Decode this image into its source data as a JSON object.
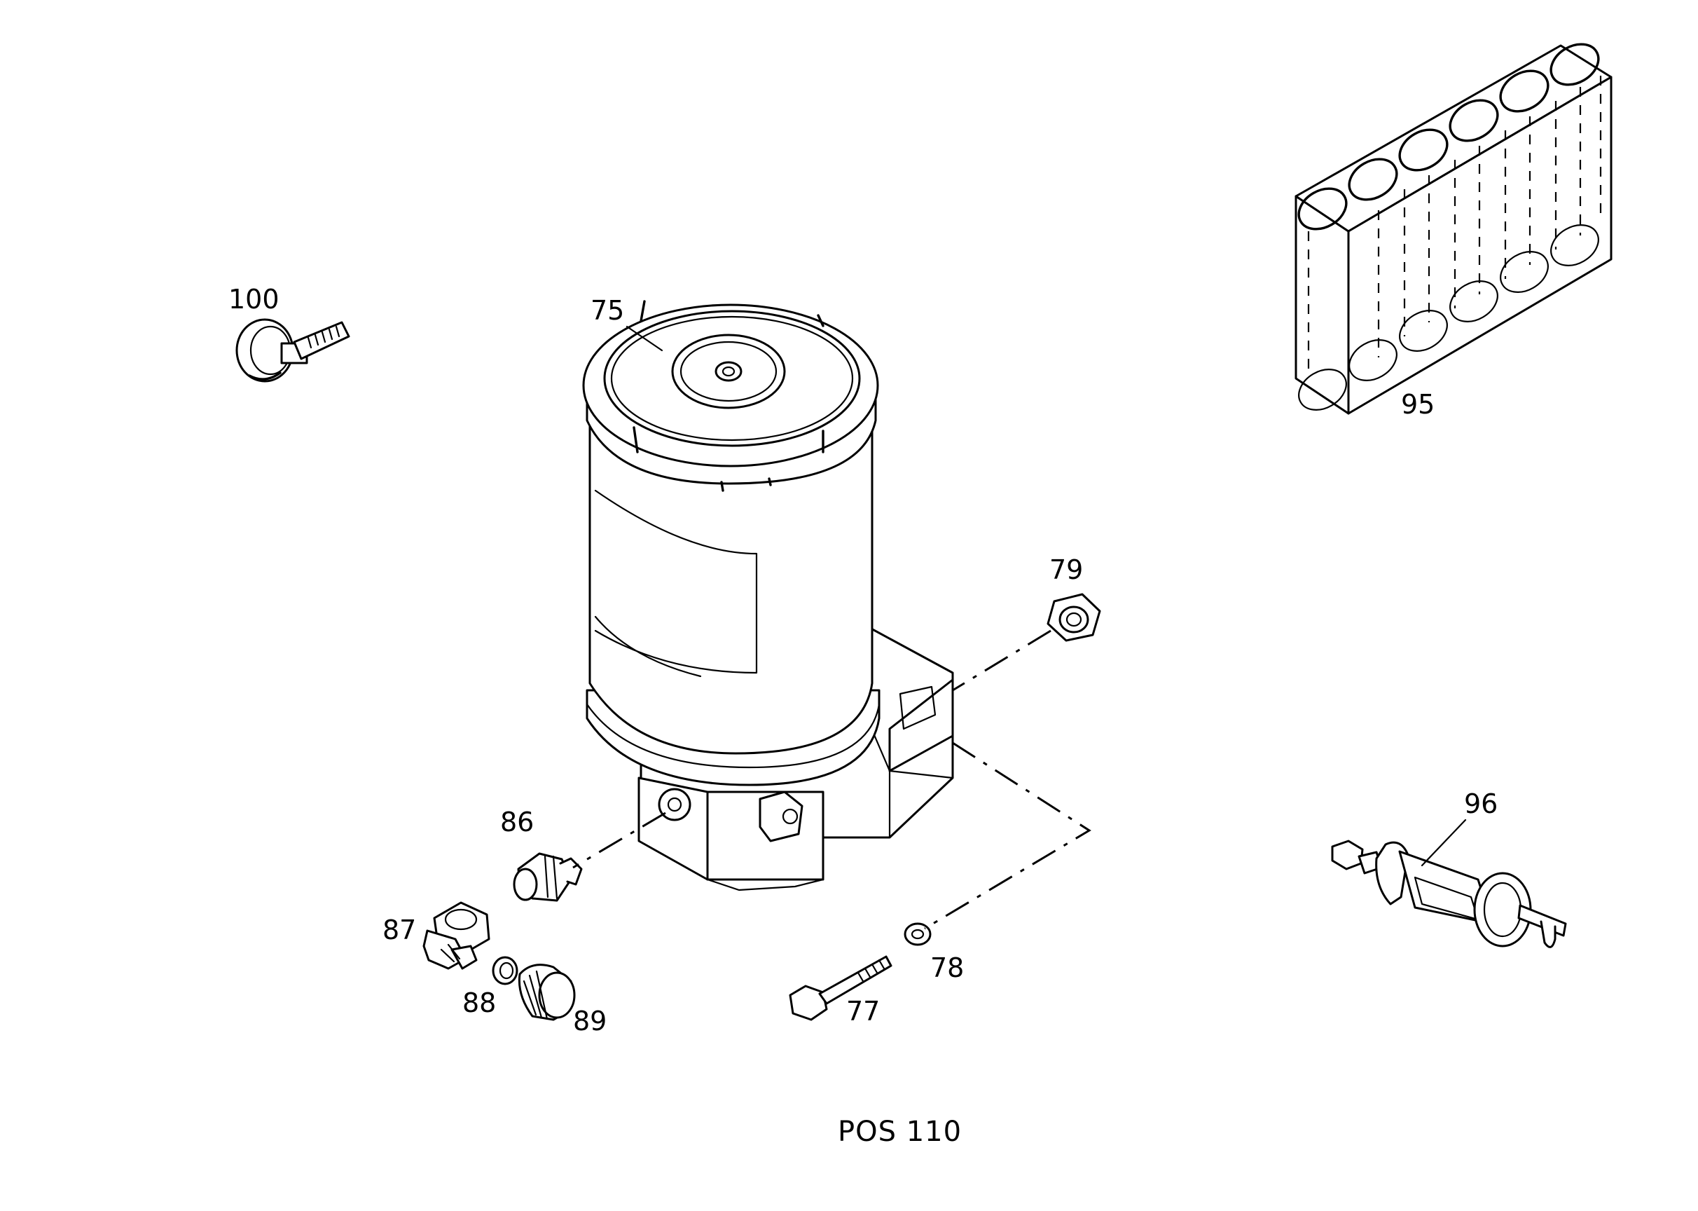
{
  "caption": "POS 110",
  "callouts": {
    "p75": "75",
    "p77": "77",
    "p78": "78",
    "p79": "79",
    "p86": "86",
    "p87": "87",
    "p88": "88",
    "p89": "89",
    "p95": "95",
    "p96": "96",
    "p100": "100"
  }
}
